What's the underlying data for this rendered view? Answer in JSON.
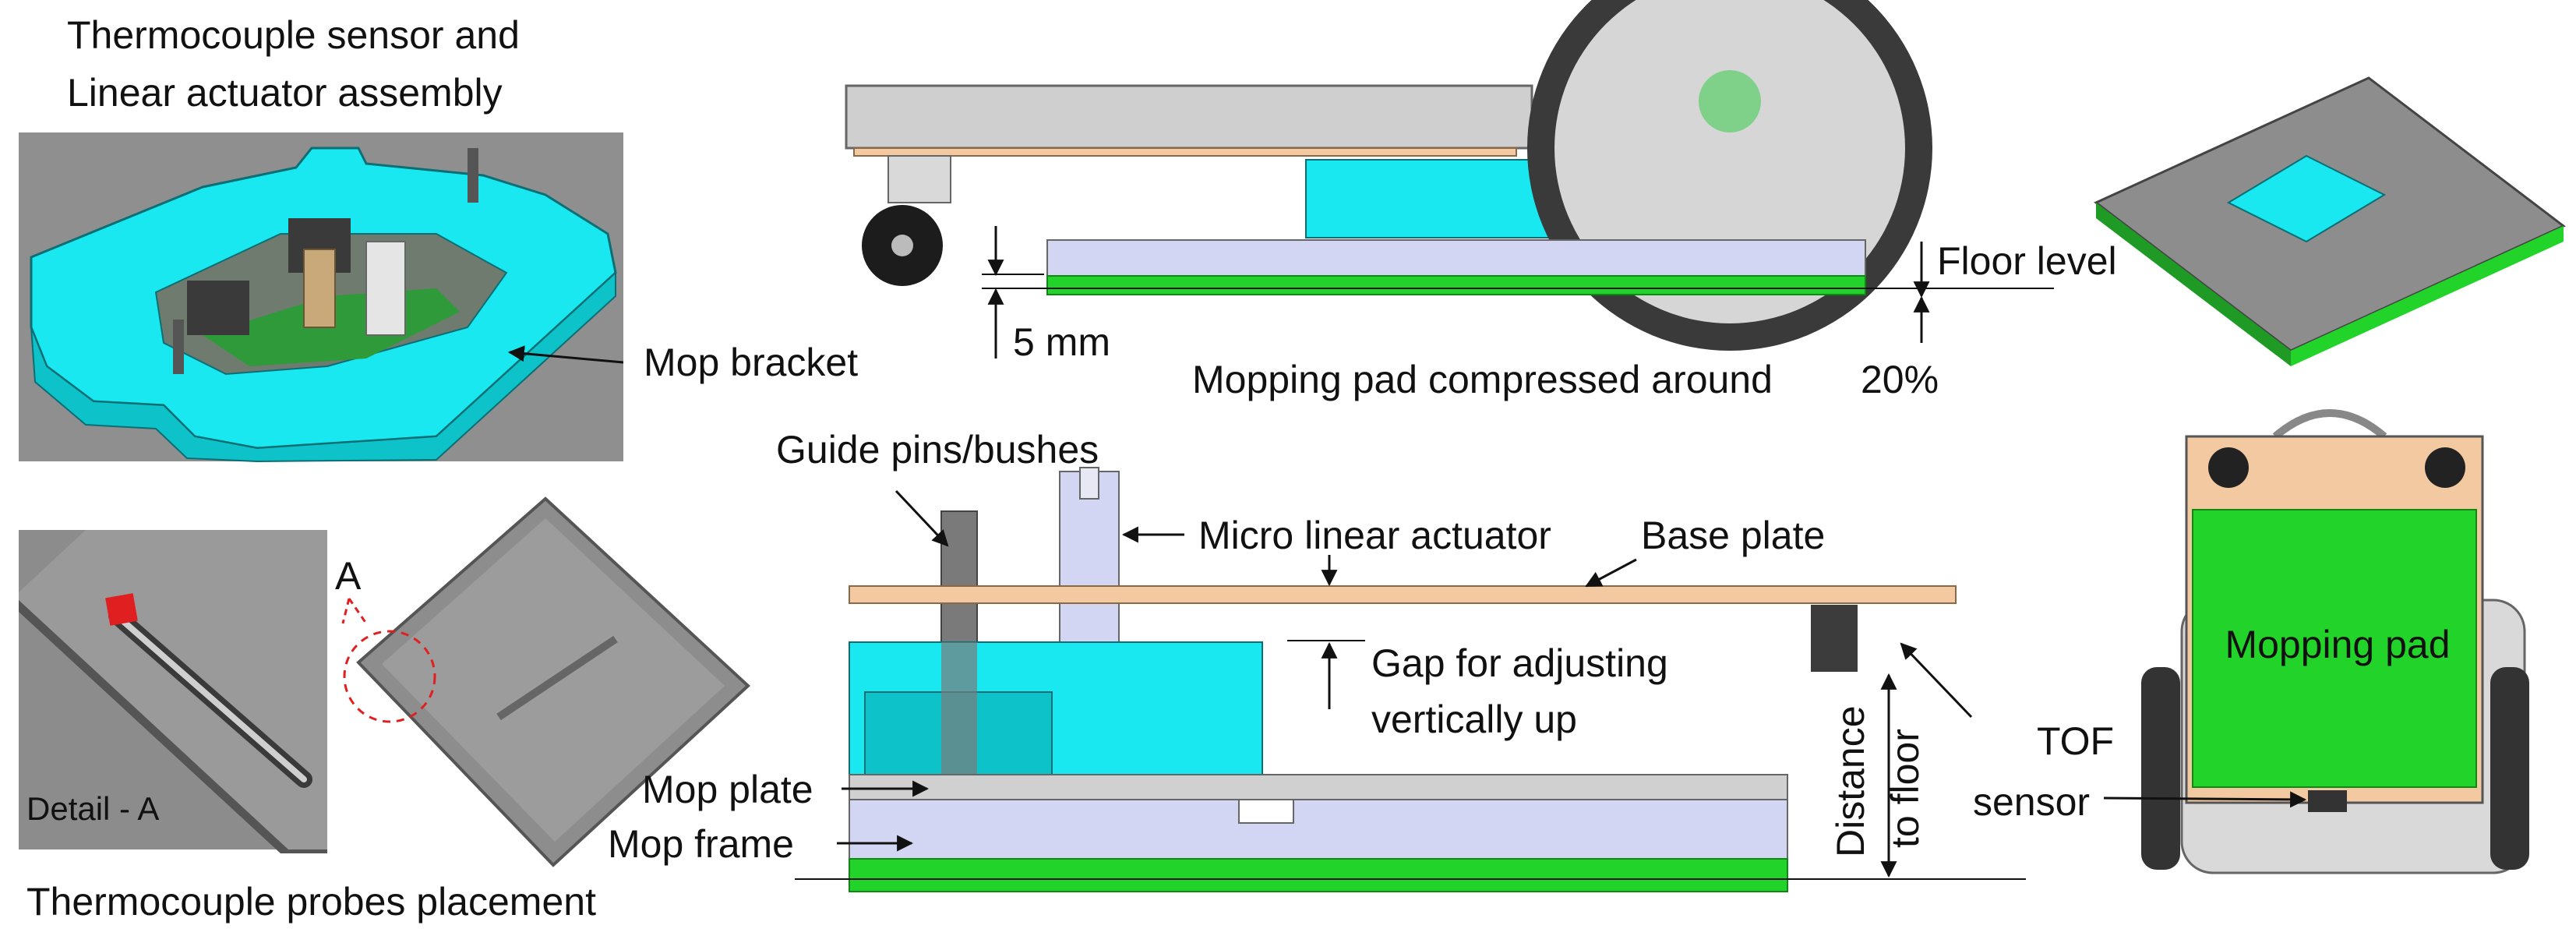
{
  "top_left": {
    "title_line1": "Thermocouple sensor and",
    "title_line2": "Linear actuator assembly",
    "mop_bracket": "Mop bracket"
  },
  "bottom_left": {
    "detail_marker": "A",
    "detail_label": "Detail - A",
    "caption": "Thermocouple probes placement"
  },
  "top_center": {
    "five_mm": "5 mm",
    "floor_level": "Floor level",
    "compressed": "Mopping pad compressed around",
    "compressed_pct": "20%"
  },
  "bottom_center": {
    "guide_pins": "Guide pins/bushes",
    "micro_actuator": "Micro linear actuator",
    "base_plate": "Base plate",
    "gap_line1": "Gap for adjusting",
    "gap_line2": "vertically up",
    "mop_plate": "Mop plate",
    "mop_frame": "Mop frame",
    "distance_line1": "Distance",
    "distance_line2": "to floor",
    "tof_line1": "TOF",
    "tof_line2": "sensor"
  },
  "bottom_right": {
    "mopping_pad": "Mopping pad"
  },
  "colors": {
    "cyan": "#19e8f0",
    "green": "#22d42a",
    "base_plate": "#f2c9a0",
    "mop_frame": "#d3d6f2",
    "grey_bg": "#8f8f8f"
  }
}
